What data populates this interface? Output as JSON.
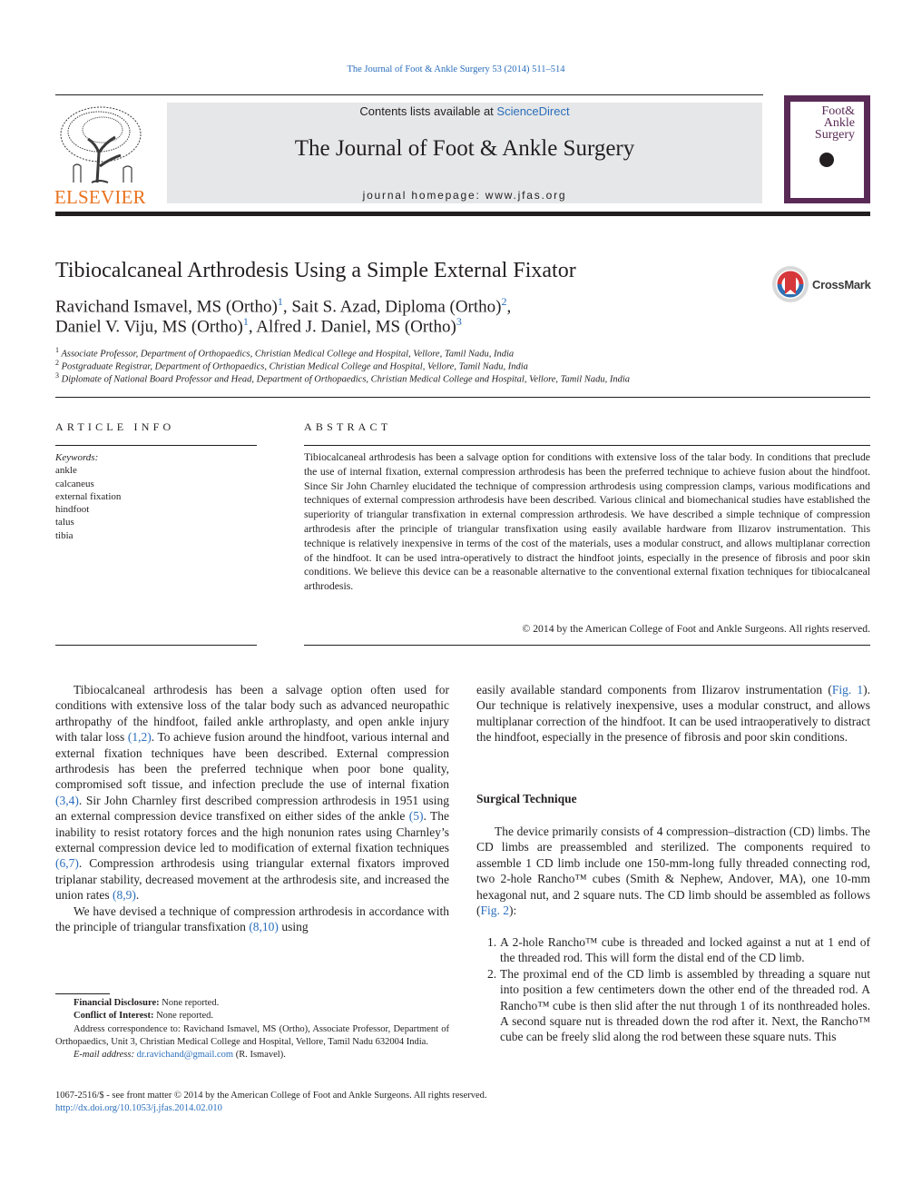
{
  "header": {
    "journal_ref": "The Journal of Foot & Ankle Surgery 53 (2014) 511–514",
    "contents_prefix": "Contents lists available at ",
    "contents_link": "ScienceDirect",
    "journal_title": "The Journal of Foot & Ankle Surgery",
    "homepage": "journal homepage: www.jfas.org",
    "publisher": "ELSEVIER",
    "cover_title": "Foot& Ankle Surgery",
    "colors": {
      "publisher_orange": "#e9711c",
      "link_blue": "#2a6ebb",
      "cover_purple": "#5a2a56",
      "banner_gray": "#e6e7e8"
    }
  },
  "article": {
    "title": "Tibiocalcaneal Arthrodesis Using a Simple External Fixator",
    "crossmark": "CrossMark",
    "authors_line1": [
      {
        "name": "Ravichand Ismavel, MS (Ortho)",
        "sup": "1",
        "sep": ", "
      },
      {
        "name": "Sait S. Azad, Diploma (Ortho)",
        "sup": "2",
        "sep": ","
      }
    ],
    "authors_line2": [
      {
        "name": "Daniel V. Viju, MS (Ortho)",
        "sup": "1",
        "sep": ", "
      },
      {
        "name": "Alfred J. Daniel, MS (Ortho)",
        "sup": "3",
        "sep": ""
      }
    ],
    "affiliations": [
      {
        "num": "1",
        "text": "Associate Professor, Department of Orthopaedics, Christian Medical College and Hospital, Vellore, Tamil Nadu, India"
      },
      {
        "num": "2",
        "text": "Postgraduate Registrar, Department of Orthopaedics, Christian Medical College and Hospital, Vellore, Tamil Nadu, India"
      },
      {
        "num": "3",
        "text": "Diplomate of National Board Professor and Head, Department of Orthopaedics, Christian Medical College and Hospital, Vellore, Tamil Nadu, India"
      }
    ]
  },
  "article_info": {
    "heading": "ARTICLE INFO",
    "keywords_label": "Keywords:",
    "keywords": [
      "ankle",
      "calcaneus",
      "external fixation",
      "hindfoot",
      "talus",
      "tibia"
    ]
  },
  "abstract": {
    "heading": "ABSTRACT",
    "text": "Tibiocalcaneal arthrodesis has been a salvage option for conditions with extensive loss of the talar body. In conditions that preclude the use of internal fixation, external compression arthrodesis has been the preferred technique to achieve fusion about the hindfoot. Since Sir John Charnley elucidated the technique of compression arthrodesis using compression clamps, various modifications and techniques of external compression arthrodesis have been described. Various clinical and biomechanical studies have established the superiority of triangular transfixation in external compression arthrodesis. We have described a simple technique of compression arthrodesis after the principle of triangular transfixation using easily available hardware from Ilizarov instrumentation. This technique is relatively inexpensive in terms of the cost of the materials, uses a modular construct, and allows multiplanar correction of the hindfoot. It can be used intra-operatively to distract the hindfoot joints, especially in the presence of fibrosis and poor skin conditions. We believe this device can be a reasonable alternative to the conventional external fixation techniques for tibiocalcaneal arthrodesis.",
    "copyright": "© 2014 by the American College of Foot and Ankle Surgeons. All rights reserved."
  },
  "body": {
    "left_p1": [
      {
        "t": "Tibiocalcaneal arthrodesis has been a salvage option often used for conditions with extensive loss of the talar body such as advanced neuropathic arthropathy of the hindfoot, failed ankle arthroplasty, and open ankle injury with talar loss "
      },
      {
        "t": "(1,2)",
        "link": true
      },
      {
        "t": ". To achieve fusion around the hindfoot, various internal and external fixation techniques have been described. External compression arthrodesis has been the preferred technique when poor bone quality, compromised soft tissue, and infection preclude the use of internal fixation "
      },
      {
        "t": "(3,4)",
        "link": true
      },
      {
        "t": ". Sir John Charnley first described compression arthrodesis in 1951 using an external compression device transfixed on either sides of the ankle "
      },
      {
        "t": "(5)",
        "link": true
      },
      {
        "t": ". The inability to resist rotatory forces and the high nonunion rates using Charnley’s external compression device led to modification of external fixation techniques "
      },
      {
        "t": "(6,7)",
        "link": true
      },
      {
        "t": ". Compression arthrodesis using triangular external fixators improved triplanar stability, decreased movement at the arthrodesis site, and increased the union rates "
      },
      {
        "t": "(8,9)",
        "link": true
      },
      {
        "t": "."
      }
    ],
    "left_p2": [
      {
        "t": "We have devised a technique of compression arthrodesis in accordance with the principle of triangular transfixation "
      },
      {
        "t": "(8,10)",
        "link": true
      },
      {
        "t": " using"
      }
    ],
    "right_p1": [
      {
        "t": "easily available standard components from Ilizarov instrumentation ("
      },
      {
        "t": "Fig. 1",
        "link": true
      },
      {
        "t": "). Our technique is relatively inexpensive, uses a modular construct, and allows multiplanar correction of the hindfoot. It can be used intraoperatively to distract the hindfoot, especially in the presence of fibrosis and poor skin conditions."
      }
    ],
    "surgical_heading": "Surgical Technique",
    "right_p2": [
      {
        "t": "The device primarily consists of 4 compression–distraction (CD) limbs. The CD limbs are preassembled and sterilized. The components required to assemble 1 CD limb include one 150-mm-long fully threaded connecting rod, two 2-hole Rancho™ cubes (Smith & Nephew, Andover, MA), one 10-mm hexagonal nut, and 2 square nuts. The CD limb should be assembled as follows ("
      },
      {
        "t": "Fig. 2",
        "link": true
      },
      {
        "t": "):"
      }
    ],
    "steps": [
      {
        "num": "1.",
        "text": "A 2-hole Rancho™ cube is threaded and locked against a nut at 1 end of the threaded rod. This will form the distal end of the CD limb."
      },
      {
        "num": "2.",
        "text": "The proximal end of the CD limb is assembled by threading a square nut into position a few centimeters down the other end of the threaded rod. A Rancho™ cube is then slid after the nut through 1 of its nonthreaded holes. A second square nut is threaded down the rod after it. Next, the Rancho™ cube can be freely slid along the rod between these square nuts. This"
      }
    ]
  },
  "footnotes": {
    "financial_label": "Financial Disclosure:",
    "financial_text": " None reported.",
    "conflict_label": "Conflict of Interest:",
    "conflict_text": " None reported.",
    "address": "Address correspondence to: Ravichand Ismavel, MS (Ortho), Associate Professor, Department of Orthopaedics, Unit 3, Christian Medical College and Hospital, Vellore, Tamil Nadu 632004 India.",
    "email_label": "E-mail address: ",
    "email": "dr.ravichand@gmail.com",
    "email_suffix": " (R. Ismavel)."
  },
  "bottom": {
    "issn": "1067-2516/$ - see front matter © 2014 by the American College of Foot and Ankle Surgeons. All rights reserved.",
    "doi": "http://dx.doi.org/10.1053/j.jfas.2014.02.010"
  }
}
